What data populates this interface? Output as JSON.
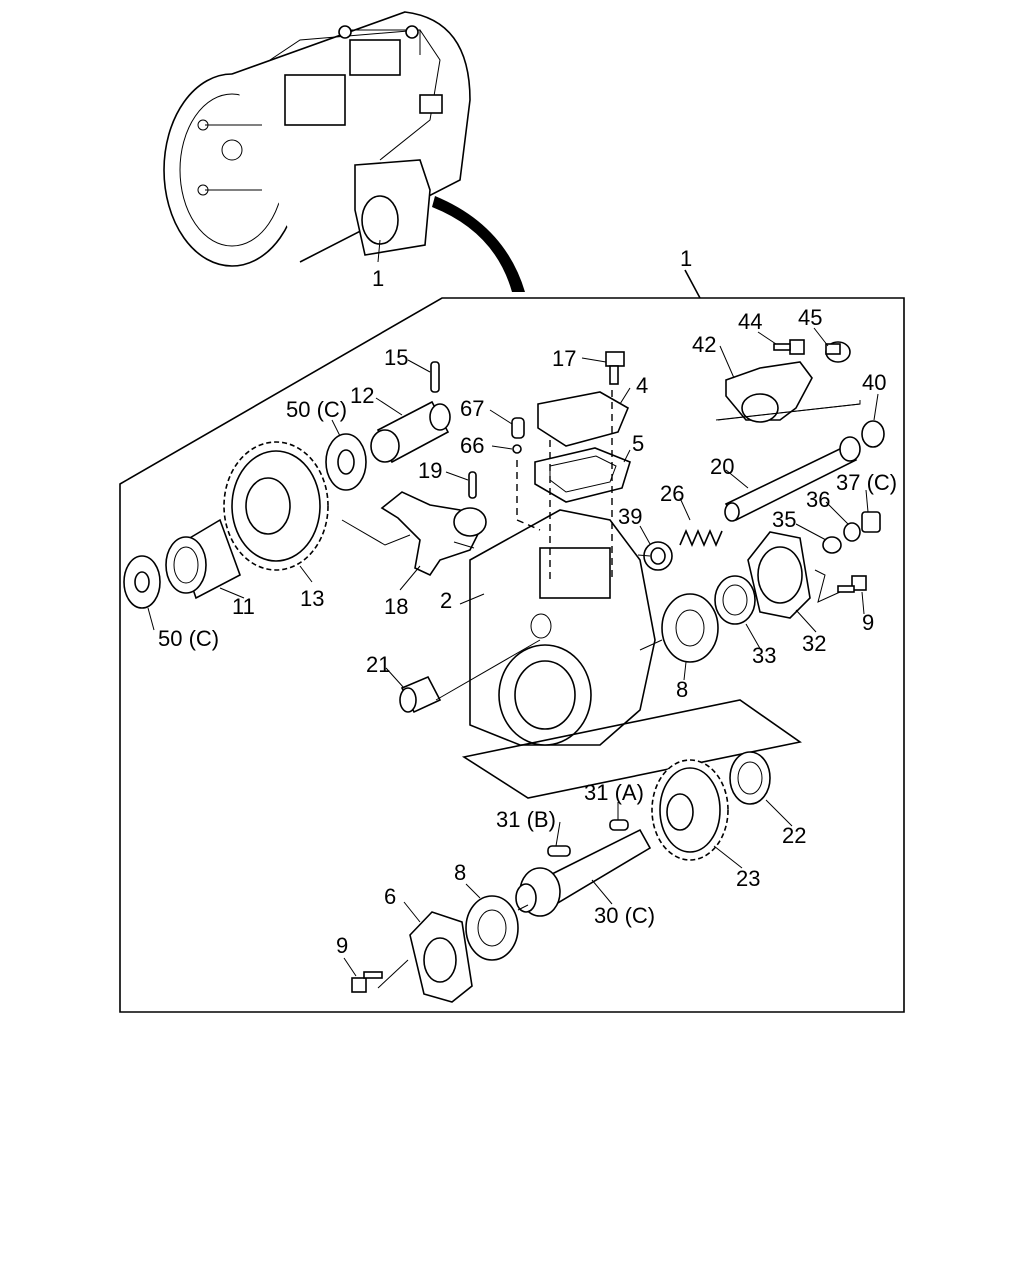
{
  "labels": {
    "top_assembly": "1",
    "assembly": "1",
    "p15": "15",
    "p12": "12",
    "p50c_top": "50 (C)",
    "p67": "67",
    "p66": "66",
    "p17": "17",
    "p4": "4",
    "p5": "5",
    "p19": "19",
    "p42": "42",
    "p44": "44",
    "p45": "45",
    "p40": "40",
    "p20": "20",
    "p26": "26",
    "p36": "36",
    "p37c": "37 (C)",
    "p35": "35",
    "p39": "39",
    "p11": "11",
    "p13": "13",
    "p18": "18",
    "p2": "2",
    "p50c_bottom": "50 (C)",
    "p21": "21",
    "p8_upper": "8",
    "p33": "33",
    "p32": "32",
    "p9_right": "9",
    "p31b": "31 (B)",
    "p31a": "31 (A)",
    "p22": "22",
    "p23": "23",
    "p6": "6",
    "p8_lower": "8",
    "p30c": "30 (C)",
    "p9_left": "9"
  }
}
